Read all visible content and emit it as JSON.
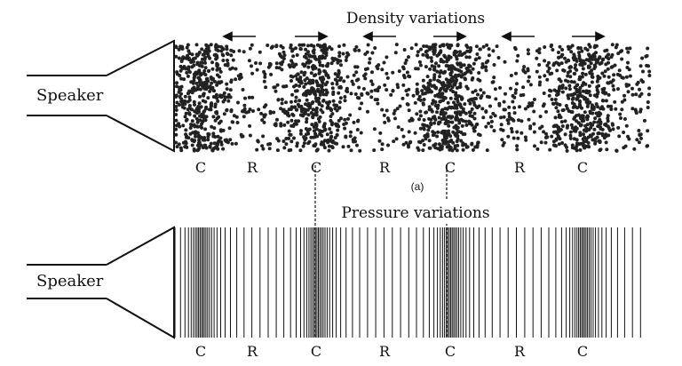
{
  "density_panel": {
    "title": "Density variations",
    "speaker_label": "Speaker",
    "zone_labels": [
      "C",
      "R",
      "C",
      "R",
      "C",
      "R",
      "C"
    ],
    "arrow_directions": [
      "left",
      "right",
      "left",
      "right",
      "left",
      "right"
    ]
  },
  "sub_caption": "(a)",
  "pressure_panel": {
    "title": "Pressure variations",
    "speaker_label": "Speaker",
    "zone_labels": [
      "C",
      "R",
      "C",
      "R",
      "C",
      "R",
      "C"
    ]
  },
  "colors": {
    "ink": "#111111",
    "background": "#ffffff"
  }
}
